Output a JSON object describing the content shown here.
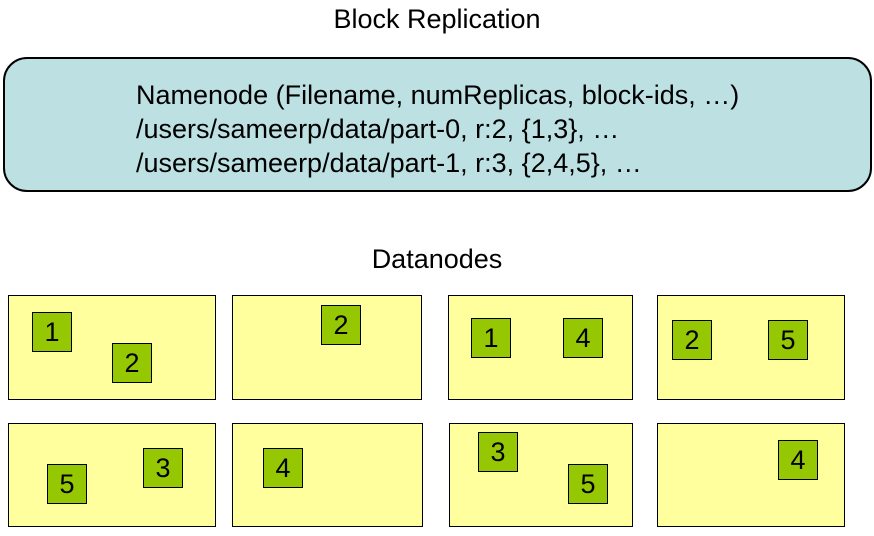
{
  "title": "Block Replication",
  "namenode": {
    "lines": [
      "Namenode (Filename, numReplicas, block-ids, …)",
      "/users/sameerp/data/part-0, r:2, {1,3}, …",
      "/users/sameerp/data/part-1, r:3, {2,4,5}, …"
    ]
  },
  "datanodes_label": "Datanodes",
  "datanodes": [
    {
      "blocks": [
        "1",
        "2"
      ]
    },
    {
      "blocks": [
        "2"
      ]
    },
    {
      "blocks": [
        "1",
        "4"
      ]
    },
    {
      "blocks": [
        "2",
        "5"
      ]
    },
    {
      "blocks": [
        "5",
        "3"
      ]
    },
    {
      "blocks": [
        "4"
      ]
    },
    {
      "blocks": [
        "3",
        "5"
      ]
    },
    {
      "blocks": [
        "4"
      ]
    }
  ],
  "colors": {
    "namenode_bg": "#BDE0E3",
    "datanode_bg": "#FFFF9E",
    "block_bg": "#95C702",
    "border": "#000000",
    "text": "#000000"
  }
}
